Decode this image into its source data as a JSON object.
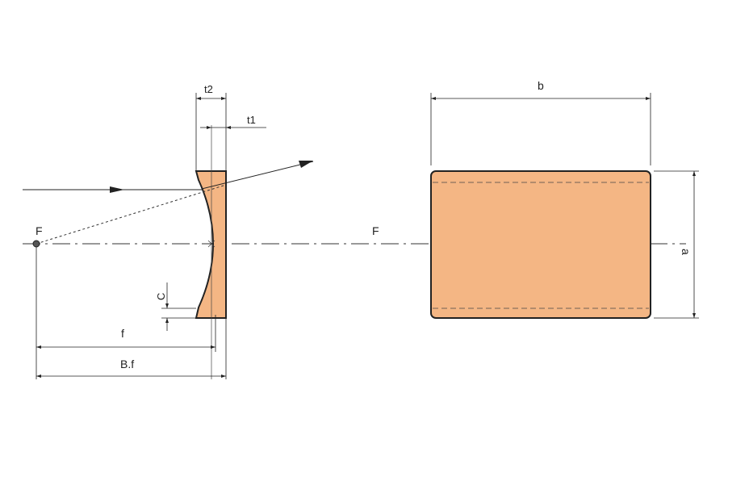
{
  "labels": {
    "t2": "t2",
    "t1": "t1",
    "focal_point_left": "F",
    "focal_point_axis": "F",
    "C": "C",
    "f": "f",
    "bf": "B.f",
    "b": "b",
    "a": "a"
  },
  "colors": {
    "lens_fill": "#F4B684",
    "stroke": "#222222"
  }
}
